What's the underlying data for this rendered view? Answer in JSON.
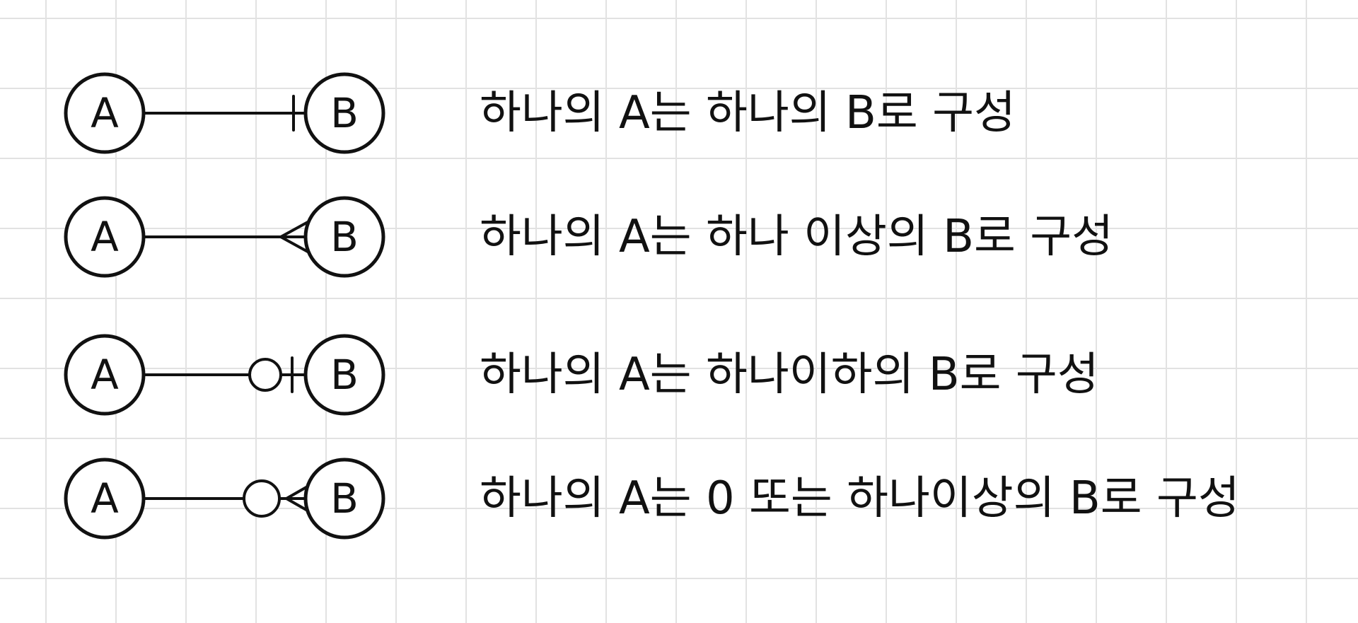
{
  "diagram": {
    "rows": [
      {
        "entity_a": "A",
        "entity_b": "B",
        "notation": "one-and-only-one",
        "description": "하나의 A는 하나의 B로 구성"
      },
      {
        "entity_a": "A",
        "entity_b": "B",
        "notation": "one-or-many",
        "description": "하나의 A는 하나 이상의 B로 구성"
      },
      {
        "entity_a": "A",
        "entity_b": "B",
        "notation": "zero-or-one",
        "description": "하나의 A는 하나이하의 B로 구성"
      },
      {
        "entity_a": "A",
        "entity_b": "B",
        "notation": "zero-or-many",
        "description": "하나의 A는 0 또는 하나이상의 B로 구성"
      }
    ]
  }
}
